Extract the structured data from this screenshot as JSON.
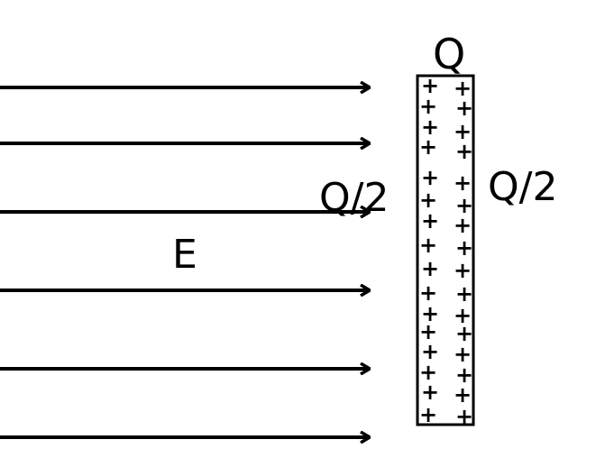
{
  "labels": {
    "plate_charge": "Q",
    "left_face_charge": "Q/2",
    "right_face_charge": "Q/2",
    "field": "E"
  },
  "charge_symbol": "+",
  "field_line_count": 6,
  "colors": {
    "ink": "#000000",
    "background": "#ffffff"
  }
}
